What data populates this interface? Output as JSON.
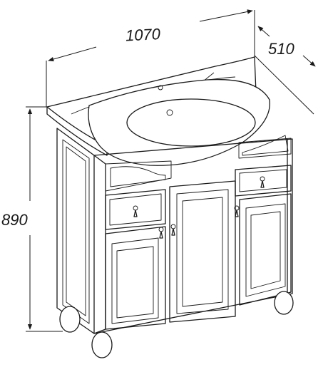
{
  "dimensions": {
    "width": "1070",
    "depth": "510",
    "height": "890"
  },
  "colors": {
    "stroke": "#1a1a1a",
    "background": "#ffffff"
  }
}
